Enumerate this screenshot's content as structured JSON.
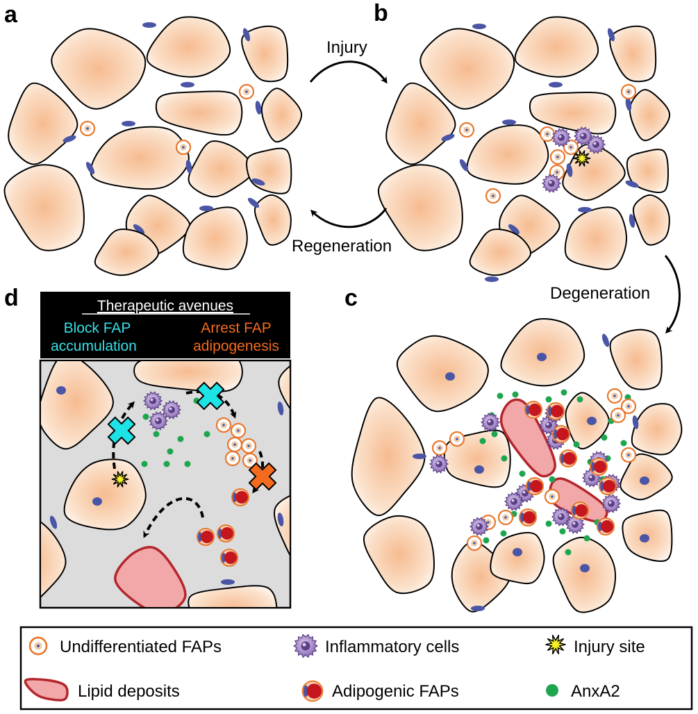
{
  "panels": {
    "a": "a",
    "b": "b",
    "c": "c",
    "d": "d"
  },
  "arrows": {
    "injury": "Injury",
    "regeneration": "Regeneration",
    "degeneration": "Degeneration"
  },
  "therapeutic": {
    "heading": "Therapeutic avenues",
    "block_line1": "Block FAP",
    "block_line2": "accumulation",
    "arrest_line1": "Arrest FAP",
    "arrest_line2": "adipogenesis"
  },
  "legend": {
    "undifferentiated": "Undifferentiated FAPs",
    "inflammatory": "Inflammatory cells",
    "injury_site": "Injury site",
    "lipid": "Lipid deposits",
    "adipogenic": "Adipogenic FAPs",
    "anxa2": "AnxA2"
  },
  "colors": {
    "cell_fill": "#f6c39e",
    "nucleus": "#4a55a5",
    "fap_ring": "#e8772c",
    "inflammatory": "#8a6cb4",
    "adipogenic": "#c4161c",
    "lipid_fill": "#f2a7a9",
    "lipid_stroke": "#b3262c",
    "anxa2": "#1ea64f",
    "block_x": "#1ee3e6",
    "arrest_x": "#f46a1f",
    "block_text": "#35e0e6",
    "arrest_text": "#f46a1f",
    "injury_star": "#f5ee2a"
  }
}
